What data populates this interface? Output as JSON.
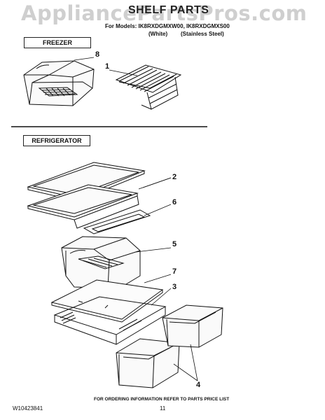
{
  "watermark": "AppliancePartsPros.com",
  "header": {
    "title": "SHELF PARTS",
    "models_line": "For Models: IK8RXDGMXW00, IK8RXDGMXS00",
    "variant_white": "(White)",
    "variant_steel": "(Stainless Steel)"
  },
  "sections": {
    "freezer_label": "FREEZER",
    "refrigerator_label": "REFRIGERATOR"
  },
  "callouts": {
    "c8": "8",
    "c1": "1",
    "c2": "2",
    "c6": "6",
    "c5": "5",
    "c7": "7",
    "c3": "3",
    "c4": "4"
  },
  "footer": {
    "note": "FOR ORDERING INFORMATION REFER TO PARTS PRICE LIST",
    "doc_number": "W10423841",
    "page": "11"
  }
}
